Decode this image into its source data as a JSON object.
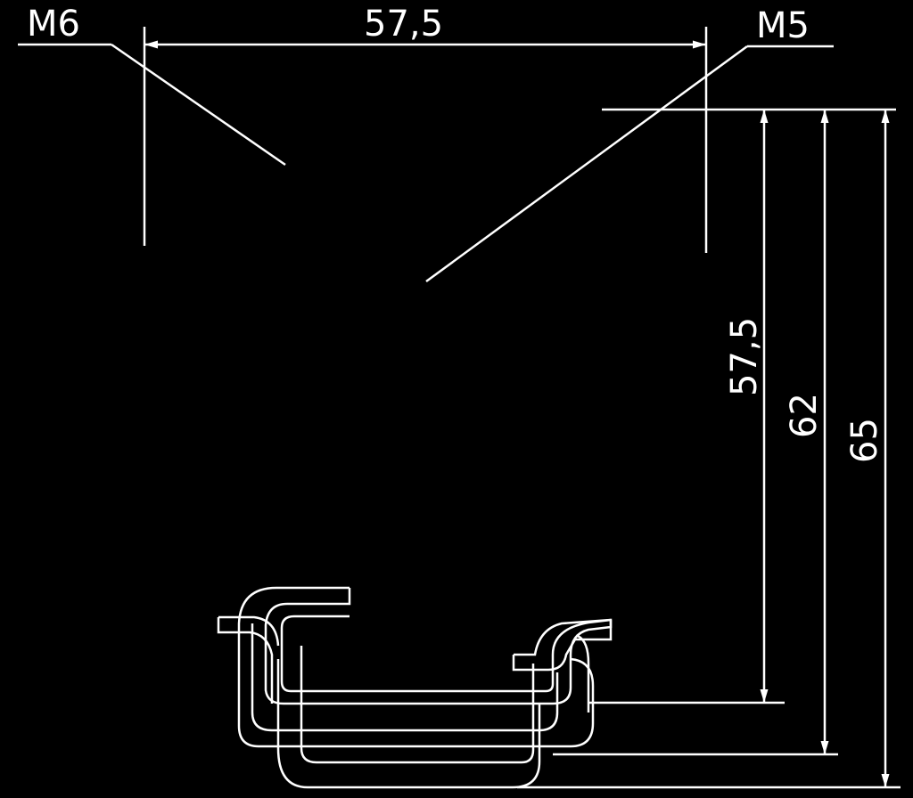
{
  "drawing": {
    "colors": {
      "background": "#000000",
      "line": "#ffffff"
    },
    "labels": {
      "thread_left": "M6",
      "thread_right": "M5",
      "width_dim": "57,5",
      "height_dim_1": "57,5",
      "height_dim_2": "62",
      "height_dim_3": "65"
    }
  }
}
